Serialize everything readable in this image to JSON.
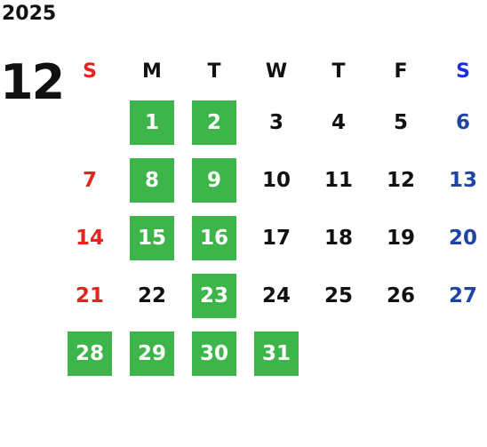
{
  "year": "2025",
  "month": "12",
  "weekdays": [
    "S",
    "M",
    "T",
    "W",
    "T",
    "F",
    "S"
  ],
  "colors": {
    "highlight": "#3db54a",
    "sunday": "#e0261e",
    "saturday": "#1f45a3",
    "saturday_header": "#1a2ee6"
  },
  "weeks": [
    [
      null,
      1,
      2,
      3,
      4,
      5,
      6
    ],
    [
      7,
      8,
      9,
      10,
      11,
      12,
      13
    ],
    [
      14,
      15,
      16,
      17,
      18,
      19,
      20
    ],
    [
      21,
      22,
      23,
      24,
      25,
      26,
      27
    ],
    [
      28,
      29,
      30,
      31,
      null,
      null,
      null
    ]
  ],
  "highlighted_days": [
    1,
    2,
    8,
    9,
    15,
    16,
    23,
    28,
    29,
    30,
    31
  ]
}
